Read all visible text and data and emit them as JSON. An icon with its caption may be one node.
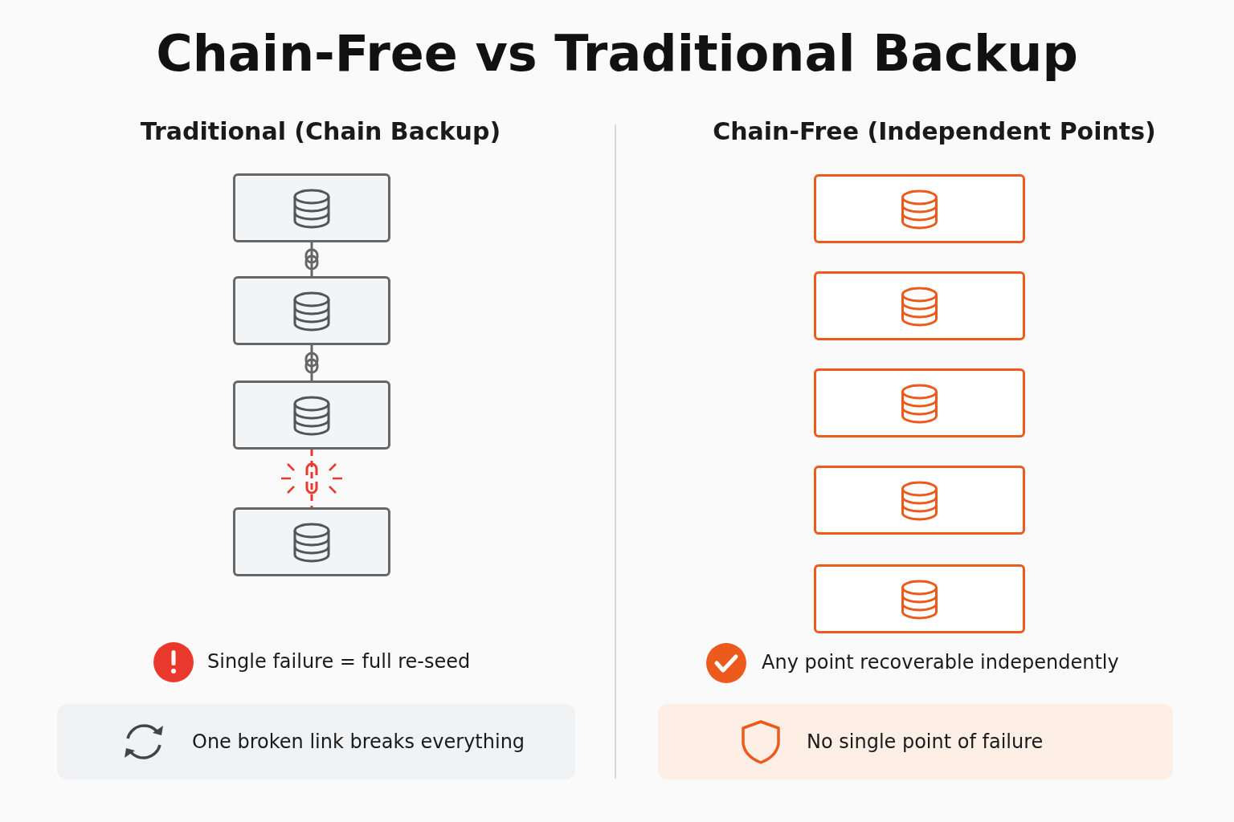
{
  "diagram": {
    "title": "Chain-Free vs Traditional Backup",
    "nodes": [
      {
        "text": [],
        "shape": "box"
      },
      {
        "text": [],
        "shape": "box"
      },
      {
        "text": [],
        "shape": "box"
      },
      {
        "text": [],
        "shape": "box"
      },
      {
        "text": [],
        "shape": "box"
      },
      {
        "text": [],
        "shape": "box"
      },
      {
        "text": [],
        "shape": "box"
      },
      {
        "text": [],
        "shape": "box"
      },
      {
        "text": [],
        "shape": "box"
      },
      {
        "text": [
          "One broken link breaks everything"
        ]
      },
      {
        "text": [
          "No single point of failure"
        ]
      }
    ],
    "edges": [
      {
        "from": 0,
        "to": 1,
        "arrow": "none"
      },
      {
        "from": 1,
        "to": 2,
        "arrow": "none"
      },
      {
        "from": 2,
        "to": 3,
        "arrow": "none",
        "style": "dashed",
        "color": "#e8392c"
      }
    ],
    "labels": [
      "Traditional (Chain Backup)",
      "Chain-Free (Independent Points)",
      "Single failure = full re-seed",
      "Any point recoverable independently"
    ]
  }
}
